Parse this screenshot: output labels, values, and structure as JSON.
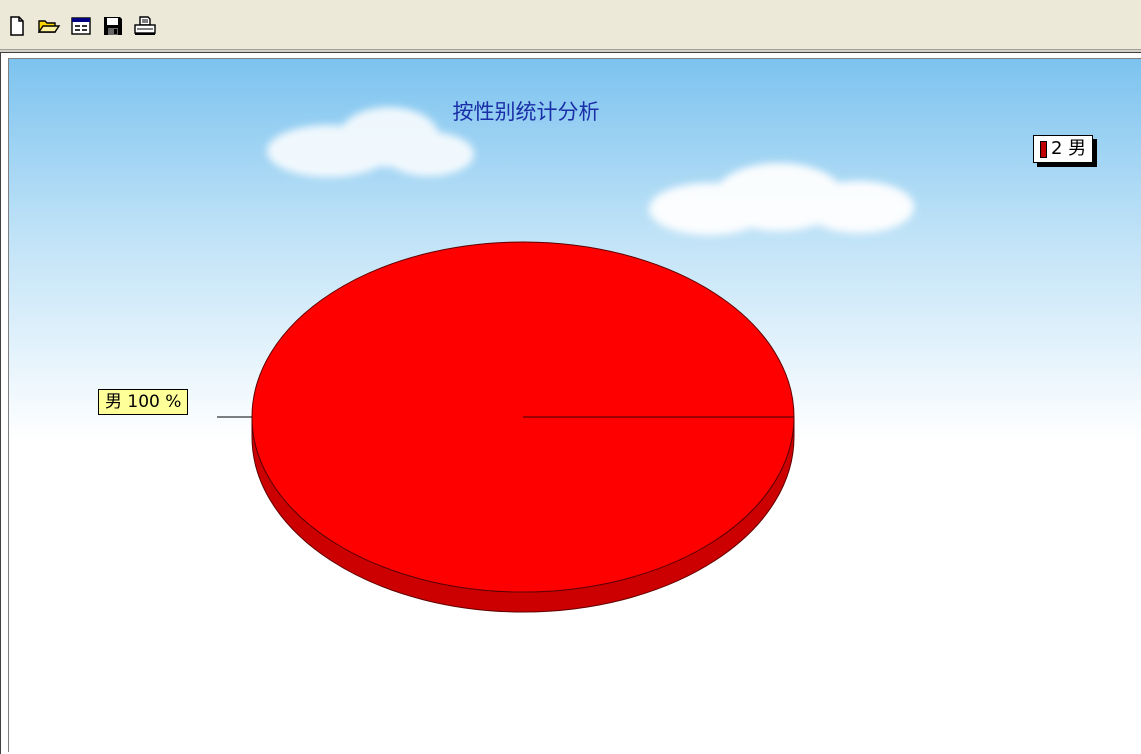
{
  "toolbar": {
    "buttons": [
      {
        "name": "new-button",
        "icon": "new-document-icon"
      },
      {
        "name": "open-button",
        "icon": "open-folder-icon"
      },
      {
        "name": "view-button",
        "icon": "window-view-icon"
      },
      {
        "name": "save-button",
        "icon": "floppy-disk-icon"
      },
      {
        "name": "print-button",
        "icon": "printer-icon"
      }
    ]
  },
  "chart_data": {
    "type": "pie",
    "title": "按性别统计分析",
    "categories": [
      "男"
    ],
    "values": [
      100
    ],
    "legend": [
      {
        "label": "2 男",
        "color": "#c00000"
      }
    ],
    "data_labels": [
      "男 100 %"
    ],
    "legend_position": "top-right",
    "colors": {
      "slice": "#ff0000",
      "slice_side": "#cc0000",
      "sky_top": "#7cc3ef",
      "sky_bottom": "#ffffff"
    },
    "style": "3d"
  }
}
